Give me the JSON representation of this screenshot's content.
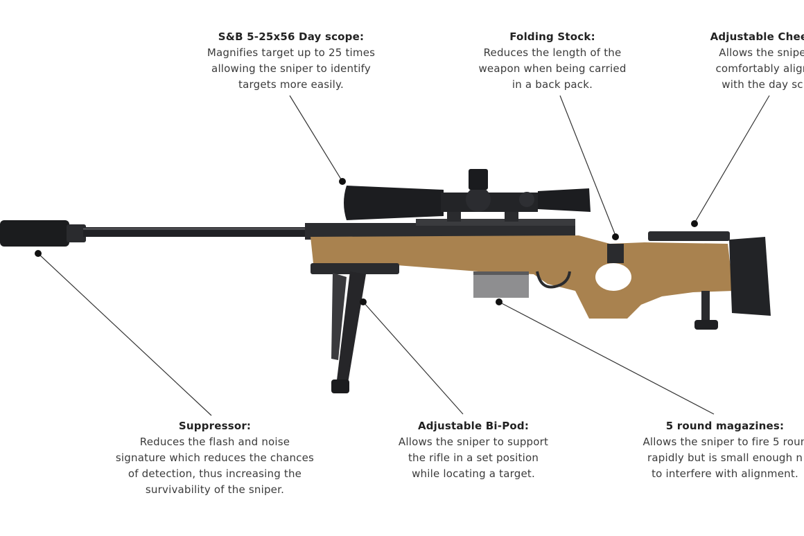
{
  "colors": {
    "background": "#ffffff",
    "text": "#3a3a3a",
    "leader": "#333333",
    "stock_tan": "#a9824f",
    "metal_dark": "#1b1c1e"
  },
  "callouts": {
    "scope": {
      "title": "S&B 5-25x56 Day scope:",
      "lines": [
        "Magnifies target up to 25 times",
        "allowing the sniper to identify",
        "targets more easily."
      ]
    },
    "stock": {
      "title": "Folding Stock:",
      "lines": [
        "Reduces the length of the",
        "weapon when being carried",
        "in a back pack."
      ]
    },
    "cheek": {
      "title": "Adjustable Cheek",
      "lines": [
        "Allows the snipe",
        "comfortably align",
        "with the day sc"
      ]
    },
    "suppressor": {
      "title": "Suppressor:",
      "lines": [
        "Reduces the flash and noise",
        "signature which reduces the chances",
        "of detection, thus increasing the",
        "survivability of the sniper."
      ]
    },
    "bipod": {
      "title": "Adjustable Bi-Pod:",
      "lines": [
        "Allows the sniper to support",
        "the rifle in a set position",
        "while locating a target."
      ]
    },
    "magazine": {
      "title": "5 round magazines:",
      "lines": [
        "Allows the sniper to fire 5 roun",
        "rapidly but is small enough n",
        "to interfere with alignment."
      ]
    }
  }
}
